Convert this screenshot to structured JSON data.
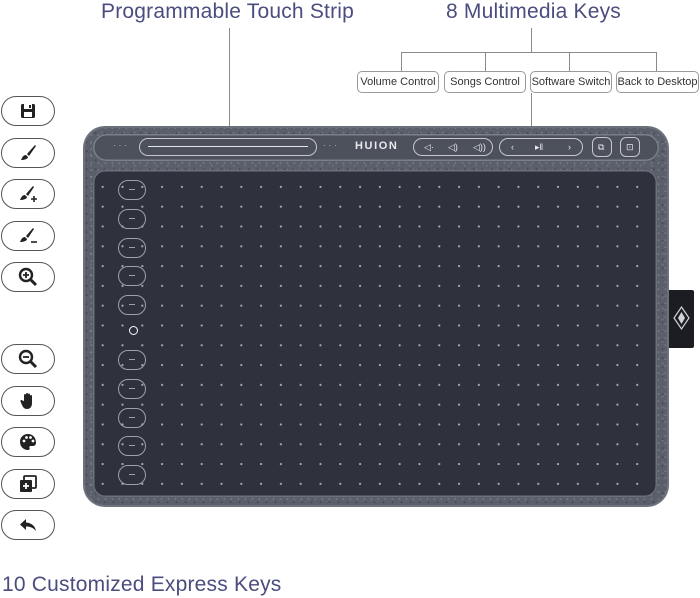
{
  "headings": {
    "touch_strip": "Programmable Touch Strip",
    "multimedia_keys": "8 Multimedia Keys",
    "express_keys": "10 Customized Express Keys"
  },
  "multimedia_labels": [
    "Volume Control",
    "Songs Control",
    "Software Switch",
    "Back to Desktop"
  ],
  "tablet": {
    "brand": "HUION"
  },
  "express_key_icons": [
    "save-icon",
    "brush-icon",
    "brush-plus-icon",
    "brush-minus-icon",
    "zoom-in-icon",
    "zoom-out-icon",
    "hand-icon",
    "palette-icon",
    "duplicate-icon",
    "undo-icon"
  ],
  "colors": {
    "heading": "#4b4d7e",
    "tablet_body": "#5b5f6b",
    "work_area": "#2f323c"
  }
}
